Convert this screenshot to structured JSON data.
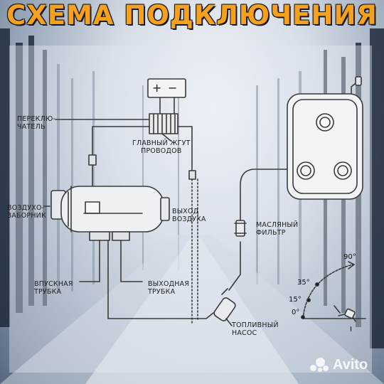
{
  "title": "СХЕМА ПОДКЛЮЧЕНИЯ",
  "battery": {
    "plus": "+",
    "minus": "−"
  },
  "labels": {
    "switch": "ПЕРЕКЛЮ-\nЧАТЕЛЬ",
    "harness": "ГЛАВНЫЙ ЖГУТ\nПРОВОДОВ",
    "air_intake": "ВОЗДУХО-\nЗАБОРНИК",
    "air_outlet": "ВЫХОД\nВОЗДУХА",
    "oil_filter": "МАСЛЯНЫЙ\nФИЛЬТР",
    "inlet_pipe": "ВПУСКНАЯ\nТРУБКА",
    "outlet_pipe": "ВЫХОДНАЯ\nТРУБКА",
    "fuel_pump": "ТОПЛИВНЫЙ\nНАСОС"
  },
  "angles": {
    "a90": "90°",
    "a35": "35°",
    "a15": "15°",
    "a0": "0°",
    "marker": "I"
  },
  "watermark": "Avito",
  "colors": {
    "title": "#f6a11e",
    "line": "#3a3a3a"
  }
}
